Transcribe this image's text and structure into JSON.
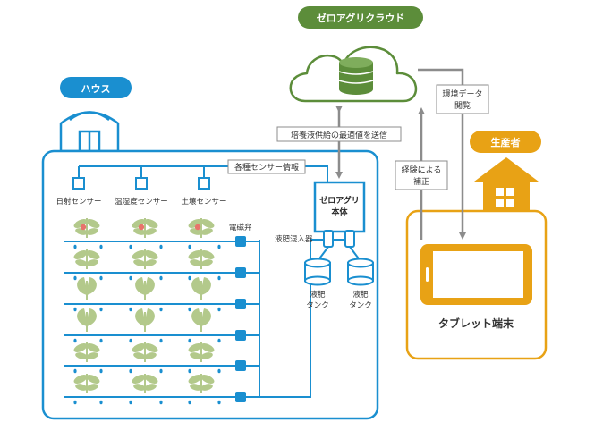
{
  "cloud": {
    "title": "ゼロアグリクラウド"
  },
  "house": {
    "title": "ハウス"
  },
  "producer": {
    "title": "生産者"
  },
  "arrows": {
    "optimal": "培養液供給の最適値を送信",
    "env_view_1": "環境データ",
    "env_view_2": "閲覧",
    "correction_1": "経験による",
    "correction_2": "補正",
    "sensor_info": "各種センサー情報"
  },
  "sensors": [
    "日射センサー",
    "温湿度センサー",
    "土壌センサー"
  ],
  "controller": {
    "line1": "ゼロアグリ",
    "line2": "本体"
  },
  "mixer": "液肥混入器",
  "valve": "電磁弁",
  "tanks": [
    {
      "line1": "液肥",
      "line2": "タンク"
    },
    {
      "line1": "液肥",
      "line2": "タンク"
    }
  ],
  "tablet": "タブレット端末",
  "colors": {
    "blue": "#1a8fd0",
    "green": "#5c8d3a",
    "orange": "#e8a215",
    "gray": "#8c8c8c",
    "plant": "#b3c98b",
    "tomato": "#e8736b"
  }
}
